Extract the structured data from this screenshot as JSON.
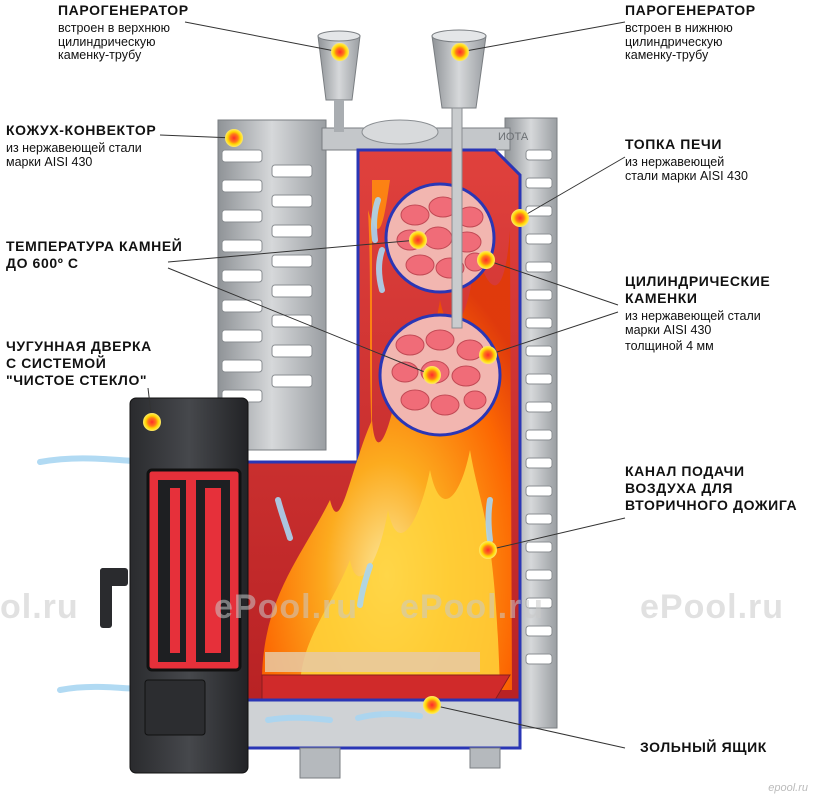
{
  "labels": {
    "steam_top": {
      "title": "ПАРОГЕНЕРАТОР",
      "sub": [
        "встроен в верхнюю",
        "цилиндрическую",
        "каменку-трубу"
      ]
    },
    "steam_bottom": {
      "title": "ПАРОГЕНЕРАТОР",
      "sub": [
        "встроен в нижнюю",
        "цилиндрическую",
        "каменку-трубу"
      ]
    },
    "casing": {
      "title": "КОЖУХ-КОНВЕКТОР",
      "sub": [
        "из нержавеющей стали",
        "марки AISI 430"
      ]
    },
    "firebox": {
      "title": "ТОПКА ПЕЧИ",
      "sub": [
        "из нержавеющей",
        "стали марки AISI 430"
      ]
    },
    "stone_temp": {
      "title": [
        "ТЕМПЕРАТУРА КАМНЕЙ",
        "ДО 600º С"
      ]
    },
    "cyl_heaters": {
      "title": [
        "ЦИЛИНДРИЧЕСКИЕ",
        "КАМЕНКИ"
      ],
      "sub": [
        "из нержавеющей стали",
        "марки AISI 430",
        "толщиной 4 мм"
      ]
    },
    "door": {
      "title": [
        "ЧУГУННАЯ ДВЕРКА",
        "С СИСТЕМОЙ",
        "\"ЧИСТОЕ СТЕКЛО\""
      ]
    },
    "air_channel": {
      "title": [
        "КАНАЛ ПОДАЧИ",
        "ВОЗДУХА ДЛЯ",
        "ВТОРИЧНОГО ДОЖИГА"
      ]
    },
    "ash_box": {
      "title": "ЗОЛЬНЫЙ ЯЩИК"
    }
  },
  "stove_logo": "ИОТА",
  "watermarks": [
    "ol.ru",
    "ePool.ru",
    "ePool.ru",
    "ePool.ru"
  ],
  "corner_watermark": "epool.ru",
  "colors": {
    "flame": "#ff8a00",
    "chamber": "#d83a3a",
    "outline": "#2a36b5",
    "steel": "#b9bcc0",
    "marker": "#ffd800",
    "marker_core": "#ff2a2a"
  }
}
